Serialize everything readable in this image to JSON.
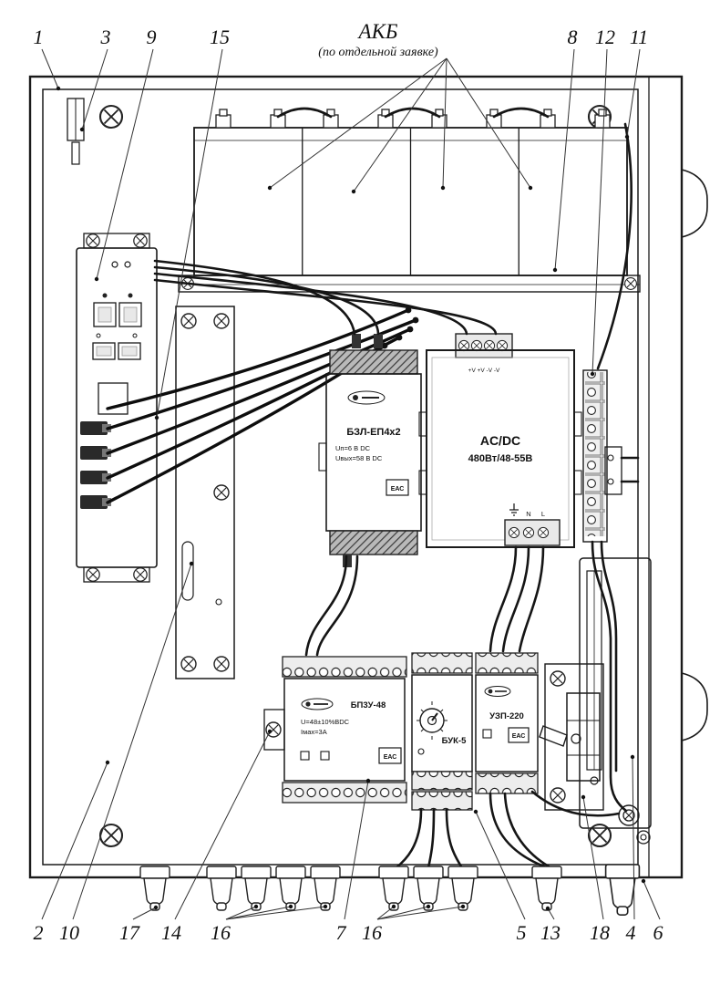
{
  "akb": {
    "title": "АКБ",
    "subtitle": "(по отдельной заявке)"
  },
  "callouts": {
    "c1": "1",
    "c3": "3",
    "c9": "9",
    "c15": "15",
    "c8": "8",
    "c12": "12",
    "c11": "11",
    "c2": "2",
    "c10": "10",
    "c17": "17",
    "c14": "14",
    "c16a": "16",
    "c7": "7",
    "c16b": "16",
    "c5": "5",
    "c13": "13",
    "c18": "18",
    "c4": "4",
    "c6": "6"
  },
  "modules": {
    "bzl": {
      "name": "БЗЛ-ЕП4х2",
      "spec1": "Uп=6 В DC",
      "spec2": "Uвых=58 В DC",
      "cert": "ЕАС"
    },
    "acdc": {
      "name": "AC/DC",
      "spec": "480Вт/48-55В",
      "terminals_top": "+V +V -V -V",
      "terminal_n": "N",
      "terminal_l": "L"
    },
    "bp": {
      "name": "БП3У-48",
      "spec1": "U=48±10%ВDC",
      "spec2": "Iмах=3А",
      "cert": "ЕАС"
    },
    "buk": {
      "name": "БУК-5"
    },
    "uzp": {
      "name": "УЗП-220",
      "cert": "ЕАС"
    }
  }
}
